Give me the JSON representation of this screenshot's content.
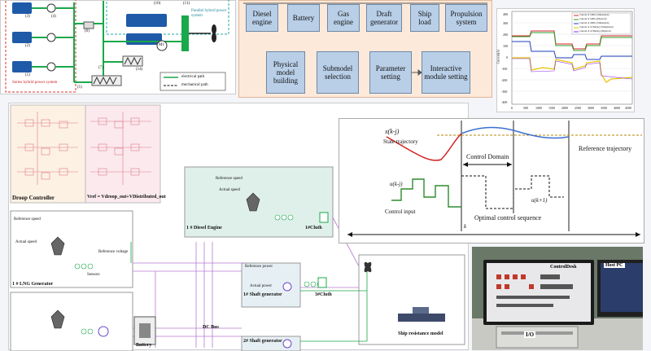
{
  "series_system": {
    "numbers": [
      "(3)",
      "(4)",
      "(2)",
      "(1)",
      "(10)",
      "(11)",
      "(6)",
      "(7)",
      "(14)",
      "(5)"
    ],
    "label": "Series hybrid power system",
    "parallel_label": "Parallel hybrid power system",
    "motor_label": "M1",
    "legend_electrical": "electrical path",
    "legend_mechanical": "mechanical path"
  },
  "modules": {
    "items": [
      "Diesel engine",
      "Battery",
      "Gas engine",
      "Draft generator",
      "Ship load",
      "Propulsion system"
    ],
    "steps": [
      "Physical model building",
      "Submodel selection",
      "Parameter setting",
      "Interactive module setting"
    ]
  },
  "current_chart": {
    "ylabel": "Current(A)",
    "y_ticks": [
      "400",
      "300",
      "200",
      "100",
      "0",
      "-100",
      "-200",
      "-300",
      "-400"
    ],
    "x_ticks": [
      "0",
      "500",
      "1000",
      "1500",
      "2000",
      "2500",
      "3000",
      "3500",
      "4000",
      "4500"
    ],
    "legend": [
      "Current of 1#DG (Simulation)",
      "Current of 1#DG (Physical)",
      "Current of 2#DG (Simulation)",
      "Current of 1# Battery (Simulation)",
      "Current of 1# Battery (Physical)"
    ],
    "colors": [
      "#d62728",
      "#2ca02c",
      "#1f3fbf",
      "#e8c400",
      "#8a2be2"
    ]
  },
  "simulink": {
    "droop_title": "Droop Controller",
    "vref_formula": "Vref = Vdroop_out+VDistributed_out",
    "diesel_title": "1 # Diesel Engine",
    "clutch1": "1#Cluth",
    "lng_title": "1 # LNG Generator",
    "shaft1": "1# Shaft generator",
    "shaft2": "2# Shaft generator",
    "clutch3": "3#Cluth",
    "dcbus": "DC Bus",
    "battery": "Battery",
    "ship_resistance": "Ship resistance model",
    "reference_speed": "Reference speed",
    "actual_speed": "Actual speed",
    "reference_voltage": "Reference voltage",
    "reference_power": "Reference power",
    "actual_power": "Actual power",
    "sensors": "Sensors"
  },
  "mpc": {
    "x_label": "x(k-j)",
    "state_trajectory": "State trajectory",
    "control_domain": "Control Domain",
    "reference_trajectory": "Reference trajectory",
    "u_label": "u(k-j)",
    "u_next": "u(k+1)",
    "control_input": "Control input",
    "optimal_sequence": "Optimal control sequence",
    "k_label": "k"
  },
  "photo": {
    "control_desk": "ControlDesk",
    "host_pc": "Host PC",
    "io": "I/O"
  }
}
